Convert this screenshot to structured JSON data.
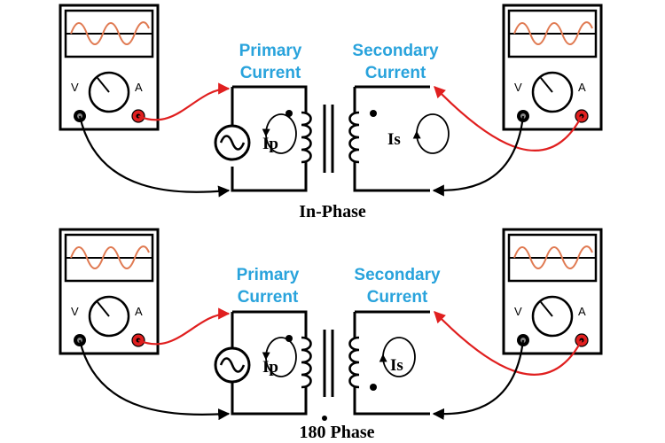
{
  "colors": {
    "label_blue": "#29a3dc",
    "lead_red": "#e01f1f",
    "sine_orange": "#e07a52",
    "terminal_red": "#e01f1f"
  },
  "meter": {
    "v_label": "V",
    "a_label": "A"
  },
  "top": {
    "primary_line1": "Primary",
    "primary_line2": "Current",
    "secondary_line1": "Secondary",
    "secondary_line2": "Current",
    "ip_label": "Ip",
    "is_label": "Is",
    "caption": "In-Phase"
  },
  "bottom": {
    "primary_line1": "Primary",
    "primary_line2": "Current",
    "secondary_line1": "Secondary",
    "secondary_line2": "Current",
    "ip_label": "Ip",
    "is_label": "Is",
    "caption": "180 Phase"
  }
}
